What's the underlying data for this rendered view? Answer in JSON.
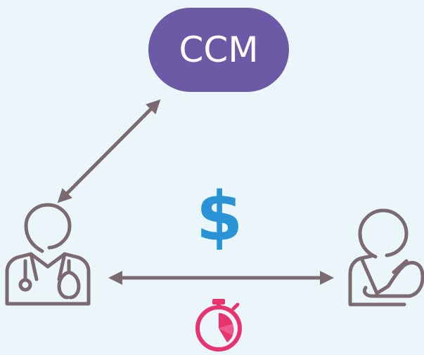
{
  "ccm": {
    "label": "CCM"
  },
  "icons": {
    "doctor": "doctor-with-stethoscope-icon",
    "patient": "patient-with-arm-sling-icon",
    "payment": "dollar-sign-icon",
    "time": "stopwatch-icon"
  },
  "relationships": [
    {
      "from": "ccm",
      "to": "doctor",
      "style": "double-headed-arrow"
    },
    {
      "from": "doctor",
      "to": "patient",
      "style": "double-headed-arrow"
    }
  ],
  "colors": {
    "background": "#eaf6f9",
    "ccm_fill": "#6d5aa6",
    "ccm_text": "#ffffff",
    "person_outline": "#7b6a70",
    "arrow": "#7b6a70",
    "dollar": "#2a93d5",
    "stopwatch": "#e8336f"
  }
}
